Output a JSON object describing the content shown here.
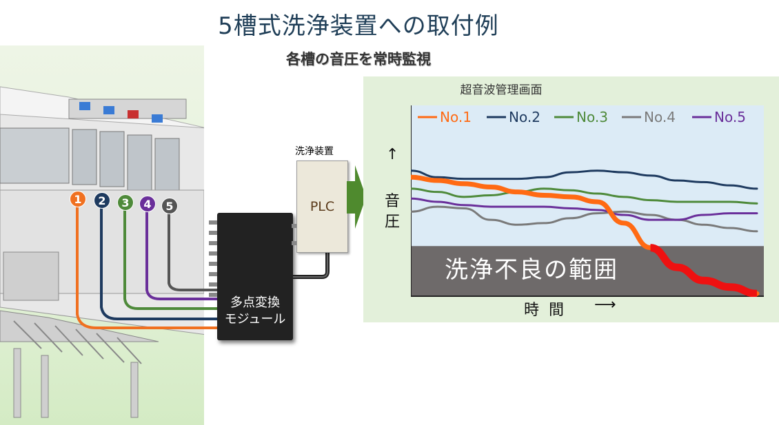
{
  "title": "5槽式洗浄装置への取付例",
  "subtitle": "各槽の音圧を常時監視",
  "panel_label": "洗浄装置",
  "plc_label": "PLC",
  "module_label_line1": "多点変換",
  "module_label_line2": "モジュール",
  "chart_title": "超音波管理画面",
  "y_label_line1": "音",
  "y_label_line2": "圧",
  "y_arrow": "↑",
  "x_label": "時間",
  "x_arrow": "⟶",
  "bad_range_label": "洗浄不良の範囲",
  "badges": [
    {
      "label": "1",
      "color": "#f07020"
    },
    {
      "label": "2",
      "color": "#1e3a5f"
    },
    {
      "label": "3",
      "color": "#4e8a3a"
    },
    {
      "label": "4",
      "color": "#6a2f9a"
    },
    {
      "label": "5",
      "color": "#555555"
    }
  ],
  "chart_data": {
    "type": "line",
    "title": "超音波管理画面",
    "xlabel": "時間",
    "ylabel": "音圧",
    "bad_range_label": "洗浄不良の範囲",
    "series": [
      {
        "name": "No.1",
        "color": "#ff6a13",
        "values": [
          0.73,
          0.71,
          0.69,
          0.67,
          0.64,
          0.62,
          0.61,
          0.58,
          0.45,
          0.3,
          0.18,
          0.1,
          0.06,
          0.02
        ]
      },
      {
        "name": "No.2",
        "color": "#1e3a5f",
        "values": [
          0.77,
          0.73,
          0.72,
          0.72,
          0.72,
          0.73,
          0.76,
          0.77,
          0.76,
          0.74,
          0.71,
          0.7,
          0.68,
          0.66
        ]
      },
      {
        "name": "No.3",
        "color": "#4e8a3a",
        "values": [
          0.66,
          0.64,
          0.61,
          0.62,
          0.64,
          0.66,
          0.65,
          0.63,
          0.61,
          0.59,
          0.58,
          0.58,
          0.58,
          0.57
        ]
      },
      {
        "name": "No.4",
        "color": "#7a7a7a",
        "values": [
          0.52,
          0.55,
          0.54,
          0.47,
          0.44,
          0.45,
          0.48,
          0.51,
          0.52,
          0.5,
          0.47,
          0.44,
          0.42,
          0.4
        ]
      },
      {
        "name": "No.5",
        "color": "#6a2f9a",
        "values": [
          0.6,
          0.58,
          0.56,
          0.55,
          0.55,
          0.55,
          0.54,
          0.53,
          0.5,
          0.47,
          0.47,
          0.5,
          0.51,
          0.51
        ]
      }
    ],
    "bad_threshold": 0.31,
    "legend_position": "top"
  }
}
